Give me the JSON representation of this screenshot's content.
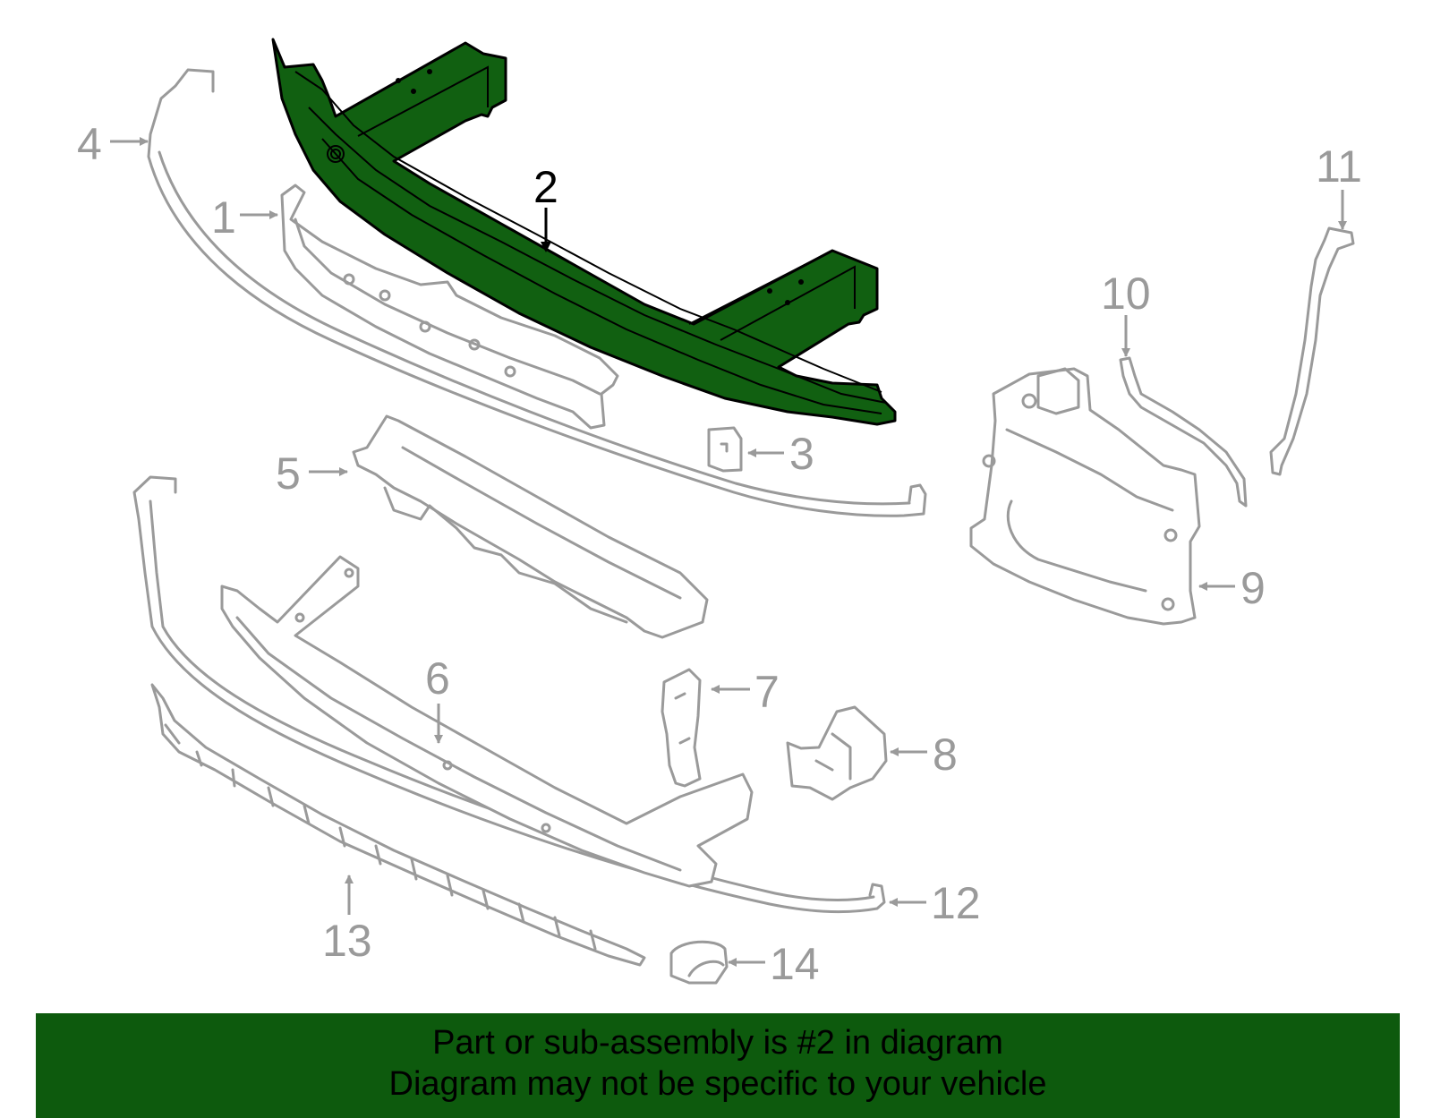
{
  "colors": {
    "highlight_fill": "#116011",
    "highlight_stroke": "#000000",
    "ghost_stroke": "#9a9a9a",
    "banner_background": "#0d5a0d",
    "banner_text": "#000000"
  },
  "highlighted_part": "2",
  "callouts": [
    {
      "id": "1",
      "label": "1"
    },
    {
      "id": "2",
      "label": "2"
    },
    {
      "id": "3",
      "label": "3"
    },
    {
      "id": "4",
      "label": "4"
    },
    {
      "id": "5",
      "label": "5"
    },
    {
      "id": "6",
      "label": "6"
    },
    {
      "id": "7",
      "label": "7"
    },
    {
      "id": "8",
      "label": "8"
    },
    {
      "id": "9",
      "label": "9"
    },
    {
      "id": "10",
      "label": "10"
    },
    {
      "id": "11",
      "label": "11"
    },
    {
      "id": "12",
      "label": "12"
    },
    {
      "id": "13",
      "label": "13"
    },
    {
      "id": "14",
      "label": "14"
    }
  ],
  "banner": {
    "line1": "Part or sub-assembly is #2 in diagram",
    "line2": "Diagram may not be specific to your vehicle"
  }
}
